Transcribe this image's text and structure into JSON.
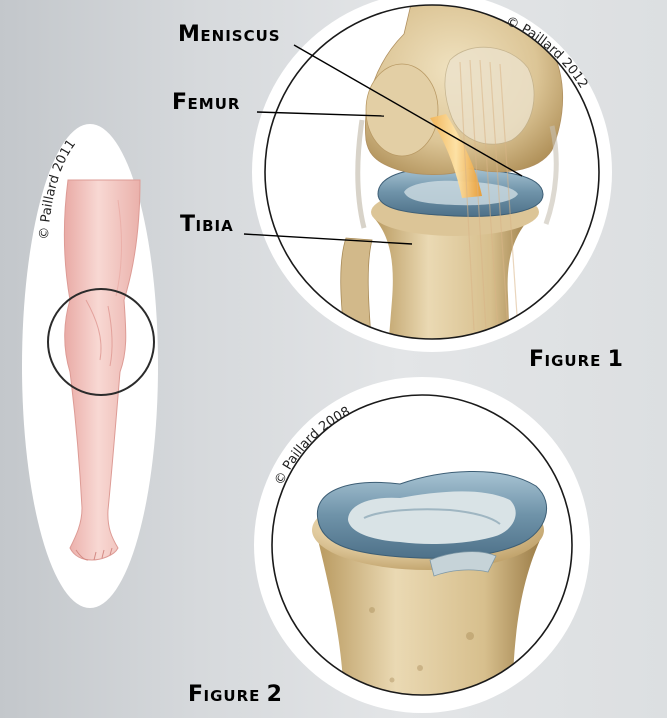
{
  "labels": {
    "meniscus": "Meniscus",
    "femur": "Femur",
    "tibia": "Tibia"
  },
  "figures": {
    "figure1": "Figure 1",
    "figure2": "Figure 2"
  },
  "copyrights": {
    "leg": "© Paillard 2011",
    "knee": "© Paillard 2012",
    "tibia": "© Paillard 2008"
  },
  "colors": {
    "background": "#d6d9dc",
    "bone": "#e2cfa4",
    "meniscus": "#6f93a9",
    "skin": "#f1c2bd",
    "ligament": "#f0a94a"
  }
}
